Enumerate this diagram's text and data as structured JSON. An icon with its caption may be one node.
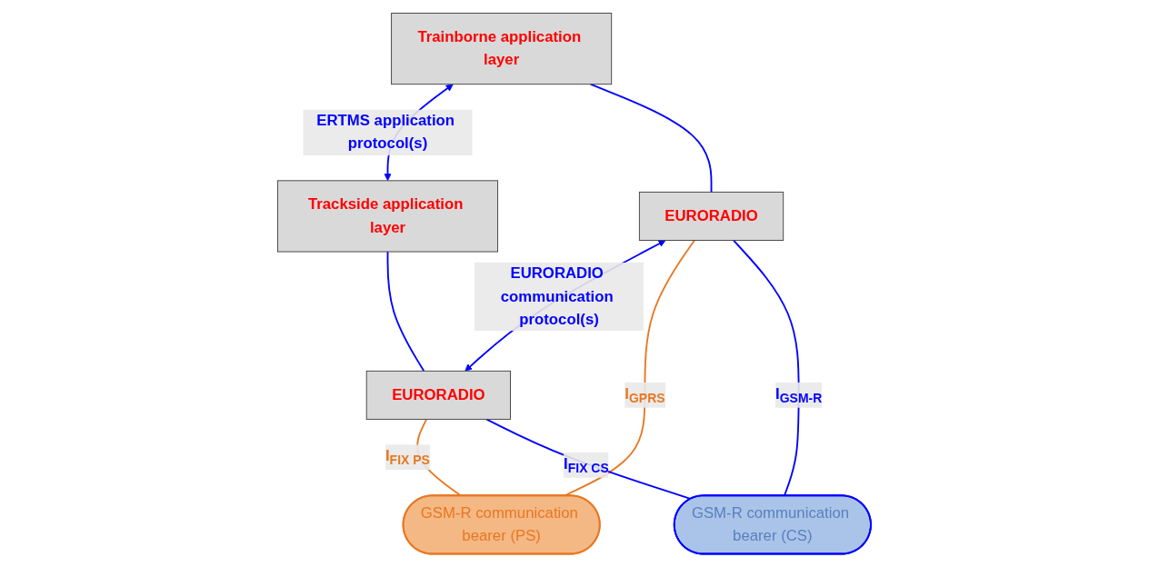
{
  "diagram": {
    "nodes": [
      {
        "text": [
          "Trainborne application layer"
        ]
      },
      {
        "text": [
          "Trackside application layer"
        ]
      },
      {
        "text": [
          "EURORADIO"
        ]
      },
      {
        "text": [
          "EURORADIO"
        ]
      },
      {
        "text": [
          "GSM-R communication bearer (PS)"
        ]
      },
      {
        "text": [
          "GSM-R communication bearer (CS)"
        ]
      }
    ],
    "edges": [
      {
        "from": 0,
        "to": 1,
        "arrow": "both",
        "label": "ERTMS application protocol(s)"
      },
      {
        "from": 0,
        "to": 2,
        "arrow": "none"
      },
      {
        "from": 1,
        "to": 3,
        "arrow": "none"
      },
      {
        "from": 2,
        "to": 3,
        "arrow": "both",
        "label": "EURORADIO communication protocol(s)"
      },
      {
        "from": 2,
        "to": 4,
        "arrow": "none",
        "label": "I$_{GPRS}$",
        "color": "#e87722"
      },
      {
        "from": 3,
        "to": 4,
        "arrow": "none",
        "label": "I$_{FIX PS}$",
        "color": "#e87722"
      },
      {
        "from": 2,
        "to": 5,
        "arrow": "none",
        "label": "I$_{GSM-R}$"
      },
      {
        "from": 3,
        "to": 5,
        "arrow": "none",
        "label": "I$_{FIX CS}$"
      }
    ]
  }
}
